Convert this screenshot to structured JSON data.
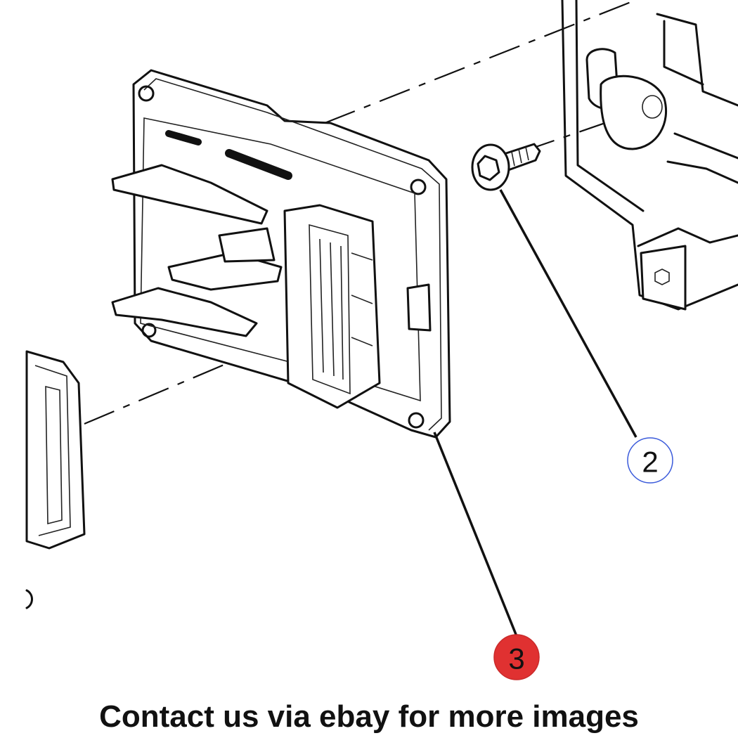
{
  "callouts": [
    {
      "label": "2",
      "highlighted": false,
      "color": "#3b5bdb"
    },
    {
      "label": "3",
      "highlighted": true,
      "color": "#e03131"
    }
  ],
  "footer": {
    "text": "Contact us via ebay for more images"
  }
}
